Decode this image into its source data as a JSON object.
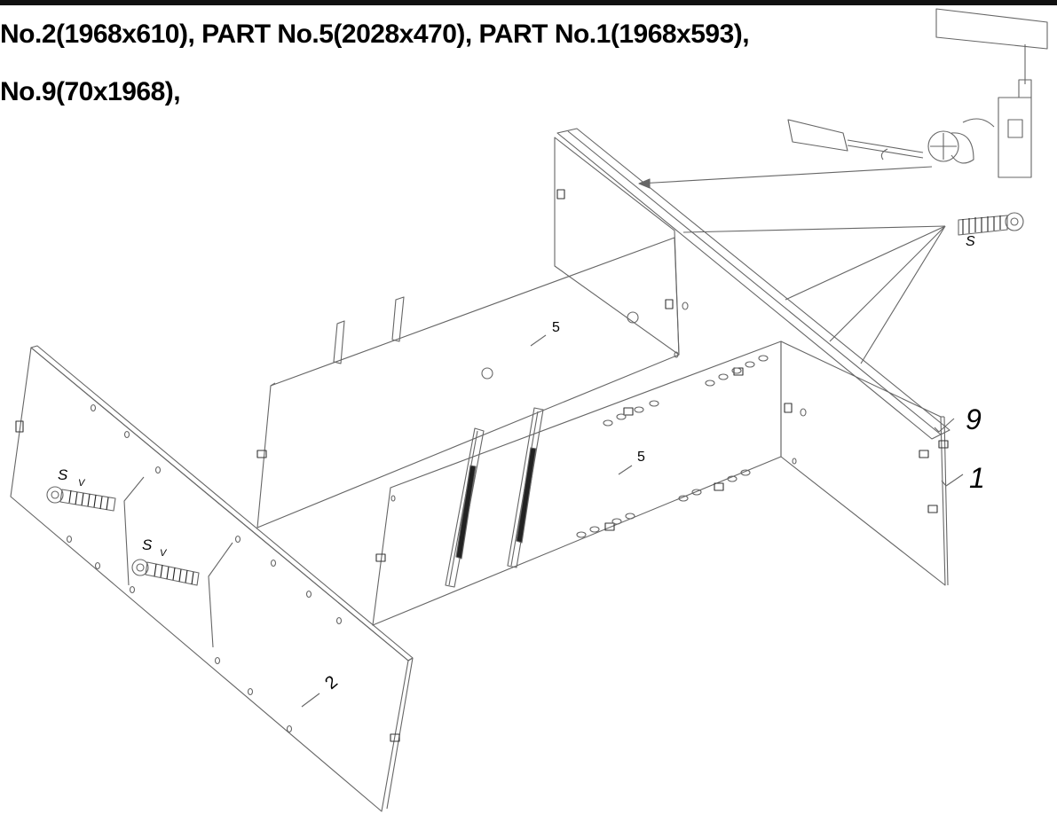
{
  "header": {
    "line1": "No.2(1968x610),  PART No.5(2028x470), PART No.1(1968x593),",
    "line2": "No.9(70x1968),"
  },
  "callouts": {
    "part2": "2",
    "part5_upper": "5",
    "part5_lower": "5",
    "part9": "9",
    "part1": "1",
    "screw_top": "S",
    "screw_left_a": "S",
    "screw_left_b": "S",
    "screw_left_a_mark": "V",
    "screw_left_b_mark": "V"
  }
}
